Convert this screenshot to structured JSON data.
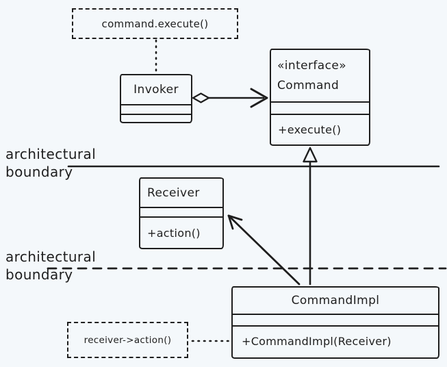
{
  "canvas": {
    "background": "#f4f8fb",
    "stroke": "#1e1e1e"
  },
  "notes": {
    "command_execute": "command.execute()",
    "receiver_action": "receiver->action()"
  },
  "classes": {
    "invoker": {
      "name": "Invoker"
    },
    "command": {
      "stereotype": "«interface»",
      "name": "Command",
      "method": "+execute()"
    },
    "receiver": {
      "name": "Receiver",
      "method": "+action()"
    },
    "command_impl": {
      "name": "CommandImpl",
      "method": "+CommandImpl(Receiver)"
    }
  },
  "labels": {
    "upper_boundary": {
      "line1": "architectural",
      "line2": "boundary"
    },
    "lower_boundary": {
      "line1": "architectural",
      "line2": "boundary"
    }
  }
}
